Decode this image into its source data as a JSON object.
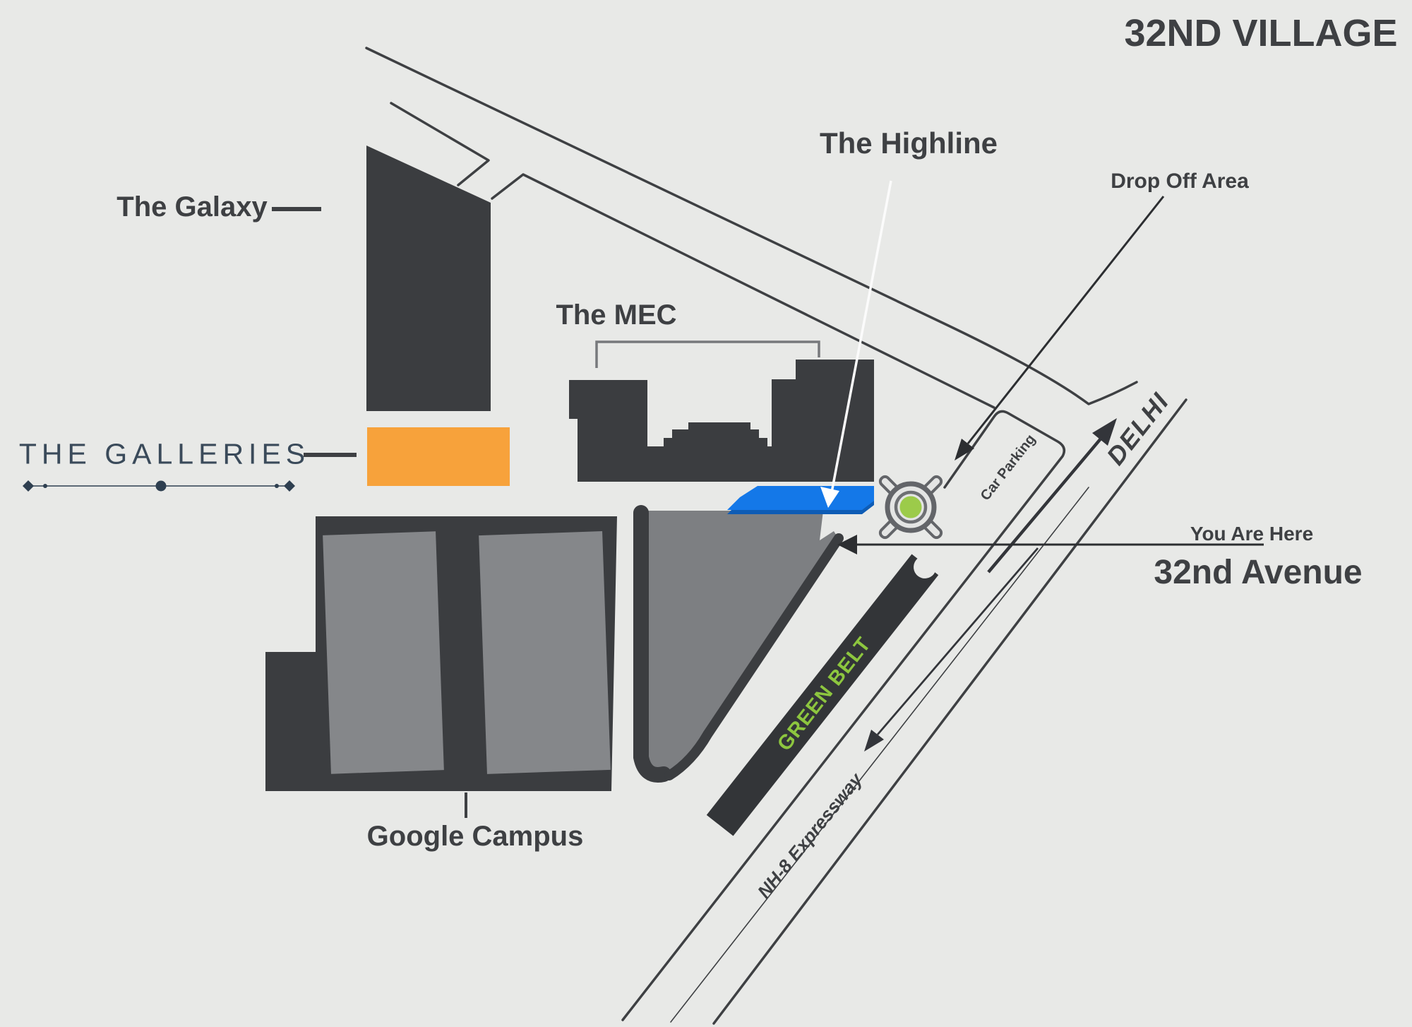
{
  "title": "32ND VILLAGE",
  "labels": {
    "galaxy": "The Galaxy",
    "galleries": "THE GALLERIES",
    "mec": "The MEC",
    "highline": "The Highline",
    "drop_off": "Drop Off Area",
    "you_are_here": "You Are Here",
    "avenue": "32nd Avenue",
    "google": "Google Campus",
    "delhi": "DELHI",
    "car_parking": "Car Parking",
    "green_belt": "GREEN BELT",
    "nh8": "NH-8 Expressway"
  },
  "colors": {
    "background": "#e8e9e7",
    "building_dark": "#3b3d40",
    "building_gray_campus": "#85878a",
    "building_gray_triangle": "#7d7f82",
    "galleries_orange": "#f7a23b",
    "highline_blue": "#1478e8",
    "highline_blue_shadow": "#0e5cb5",
    "green_accent": "#8dc63f",
    "roundabout_green": "#9ccb4a",
    "road_line": "#3e4043",
    "galleries_navy": "#3a4a5a",
    "highline_pointer_white": "#fbfbfb"
  },
  "map_features": {
    "roundabout": "traffic roundabout with green island",
    "green_belt_bar": "green belt strip along expressway",
    "roads": [
      "main street from north-west",
      "NH-8 Expressway",
      "road to Delhi"
    ],
    "pointers": [
      "drop-off-arrow",
      "you-are-here-arrow",
      "delhi-direction-arrow",
      "expressway-direction-arrow"
    ]
  }
}
